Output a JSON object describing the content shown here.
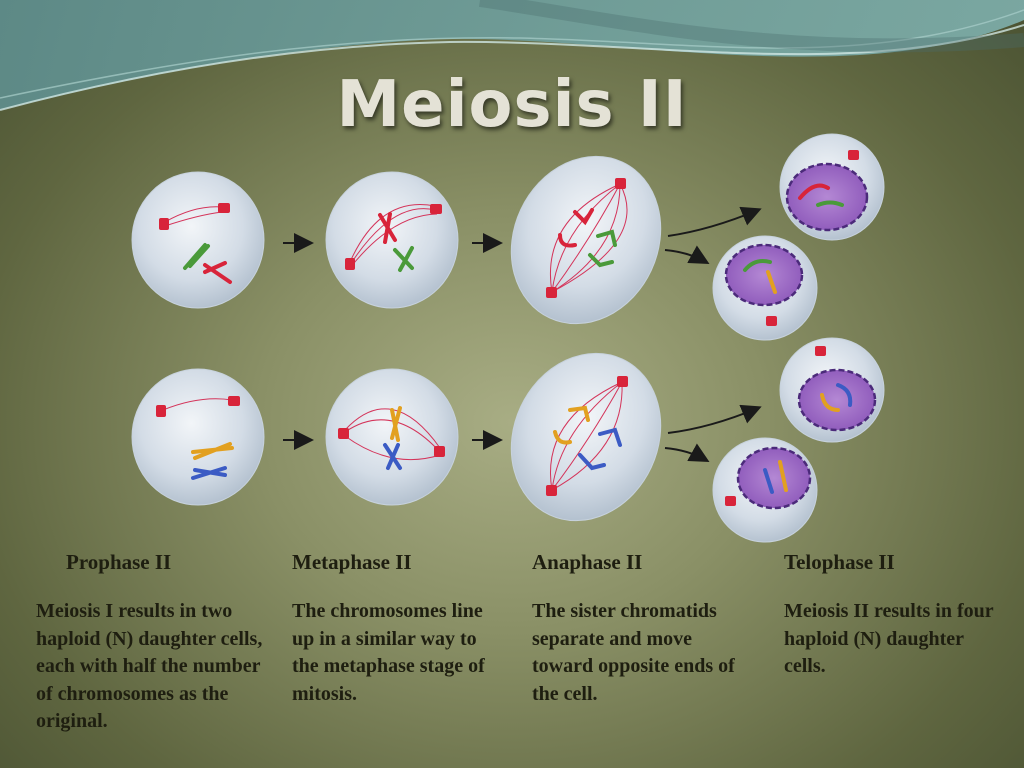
{
  "title": "Meiosis II",
  "phases": [
    {
      "name": "Prophase II",
      "description": "Meiosis I results in two haploid (N) daughter cells, each with half the number of chromosomes as the original."
    },
    {
      "name": "Metaphase II",
      "description": "The chromosomes line up in a similar way to the metaphase stage of mitosis."
    },
    {
      "name": "Anaphase II",
      "description": "The sister chromatids separate and move toward opposite ends of the cell."
    },
    {
      "name": "Telophase II",
      "description": "Meiosis II results in four haploid (N) daughter cells."
    }
  ],
  "colors": {
    "cell": "#dfe6ee",
    "spindle": "#d4345a",
    "nucleus": "#9b63c2",
    "chromosome_red": "#d8243a",
    "chromosome_green": "#4a9a3a",
    "chromosome_blue": "#3b5bc4",
    "chromosome_yellow": "#e2a020"
  }
}
